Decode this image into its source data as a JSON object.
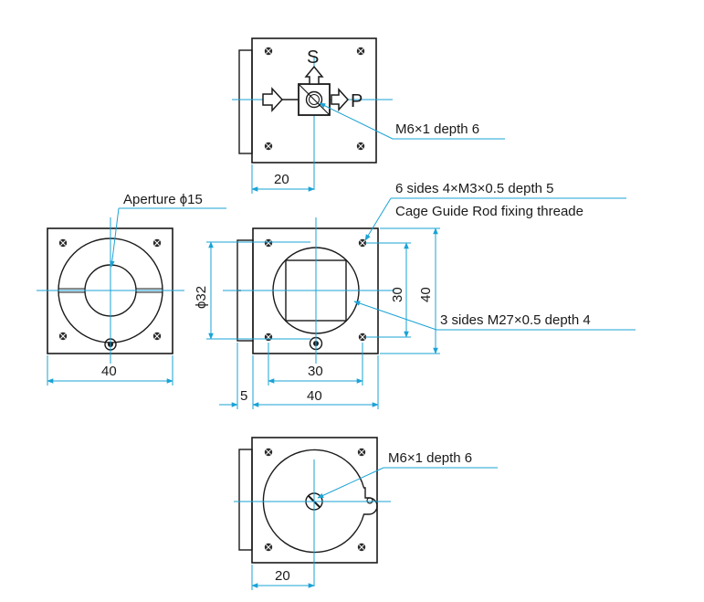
{
  "colors": {
    "outline": "#1a1a1a",
    "dimension": "#1aa3d6",
    "screw": "#2a2a2a",
    "background": "#ffffff"
  },
  "labels": {
    "top_view": {
      "s_label": "S",
      "p_label": "P",
      "tap_callout": "M6×1 depth 6",
      "dim_20": "20"
    },
    "front_view": {
      "aperture_callout": "Aperture ϕ15",
      "dim_40": "40"
    },
    "side_view": {
      "side_taps_line1": "6 sides 4×M3×0.5 depth 5",
      "side_taps_line2": "Cage Guide Rod fixing threade",
      "bore_callout": "3 sides M27×0.5 depth 4",
      "dim_phi32": "ϕ32",
      "dim_30_vertical": "30",
      "dim_40_vertical": "40",
      "dim_30_horizontal": "30",
      "dim_5": "5",
      "dim_40_horizontal": "40"
    },
    "bottom_view": {
      "tap_callout": "M6×1 depth 6",
      "dim_20": "20"
    }
  },
  "icons": {
    "screw": "cross-screw-icon",
    "arrow": "outline-arrow-icon"
  }
}
